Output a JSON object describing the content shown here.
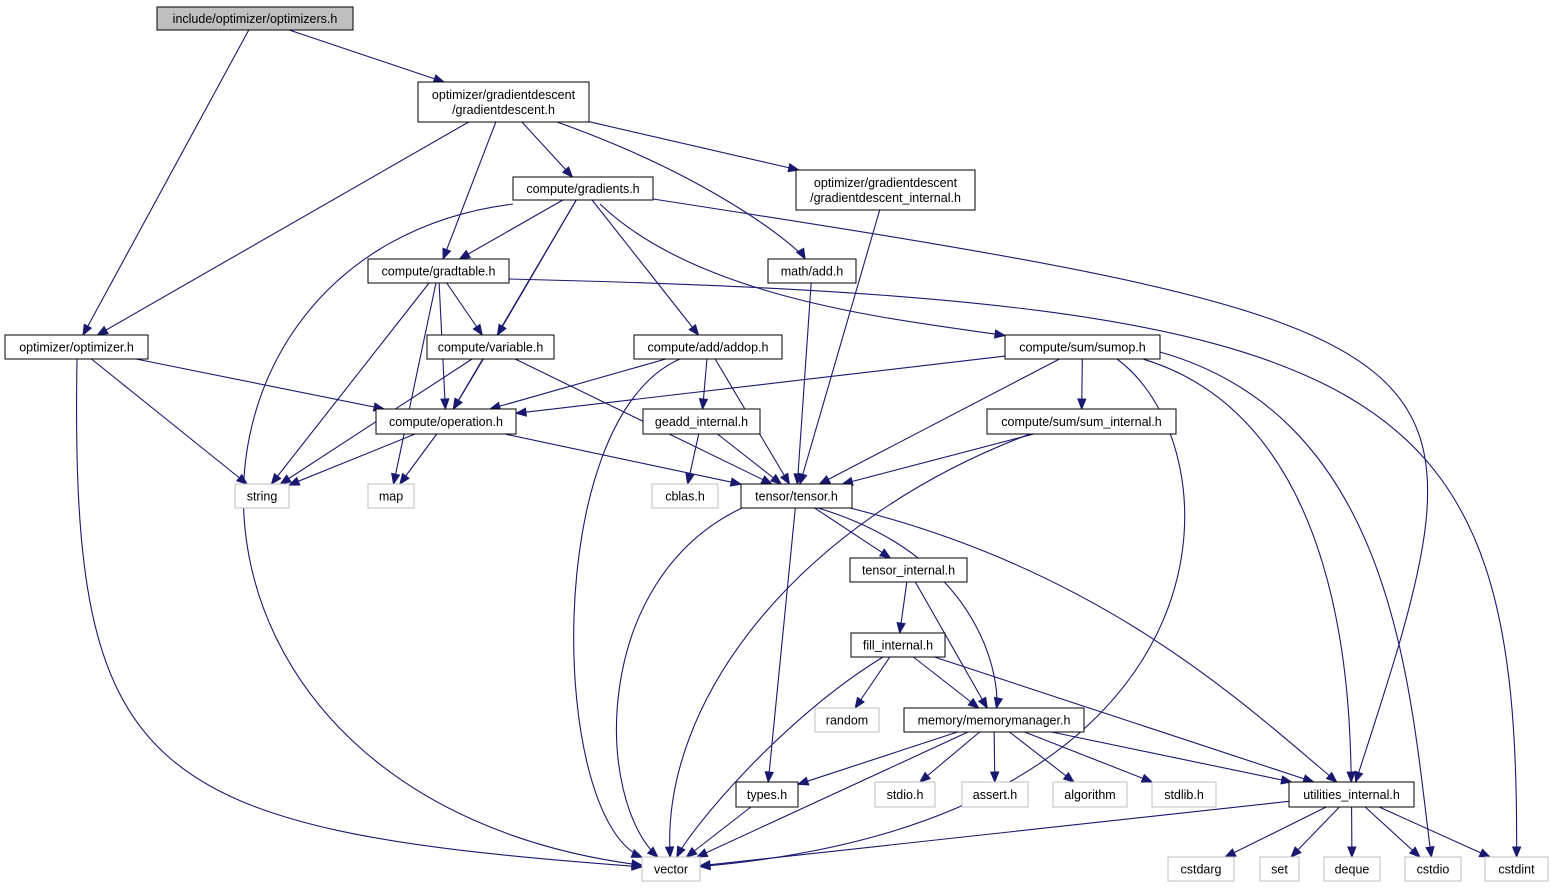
{
  "diagram": {
    "type": "include-dependency-graph",
    "colors": {
      "edge": "#191970",
      "node_border": "#000000",
      "node_fill": "#ffffff",
      "root_fill": "#bfbfbf",
      "system_border": "#bfbfbf"
    },
    "nodes": [
      {
        "id": "optimizers",
        "lines": [
          "include/optimizer/optimizers.h"
        ],
        "kind": "root"
      },
      {
        "id": "gd",
        "lines": [
          "optimizer/gradientdescent",
          "/gradientdescent.h"
        ],
        "kind": "header"
      },
      {
        "id": "gdi",
        "lines": [
          "optimizer/gradientdescent",
          "/gradientdescent_internal.h"
        ],
        "kind": "header"
      },
      {
        "id": "gradients",
        "lines": [
          "compute/gradients.h"
        ],
        "kind": "header"
      },
      {
        "id": "optimizer",
        "lines": [
          "optimizer/optimizer.h"
        ],
        "kind": "header"
      },
      {
        "id": "gradtable",
        "lines": [
          "compute/gradtable.h"
        ],
        "kind": "header"
      },
      {
        "id": "add",
        "lines": [
          "math/add.h"
        ],
        "kind": "header"
      },
      {
        "id": "variable",
        "lines": [
          "compute/variable.h"
        ],
        "kind": "header"
      },
      {
        "id": "addop",
        "lines": [
          "compute/add/addop.h"
        ],
        "kind": "header"
      },
      {
        "id": "sumop",
        "lines": [
          "compute/sum/sumop.h"
        ],
        "kind": "header"
      },
      {
        "id": "operation",
        "lines": [
          "compute/operation.h"
        ],
        "kind": "header"
      },
      {
        "id": "geadd",
        "lines": [
          "geadd_internal.h"
        ],
        "kind": "header"
      },
      {
        "id": "suminternal",
        "lines": [
          "compute/sum/sum_internal.h"
        ],
        "kind": "header"
      },
      {
        "id": "string",
        "lines": [
          "string"
        ],
        "kind": "system"
      },
      {
        "id": "map",
        "lines": [
          "map"
        ],
        "kind": "system"
      },
      {
        "id": "cblas",
        "lines": [
          "cblas.h"
        ],
        "kind": "system"
      },
      {
        "id": "tensor",
        "lines": [
          "tensor/tensor.h"
        ],
        "kind": "header"
      },
      {
        "id": "tensorinternal",
        "lines": [
          "tensor_internal.h"
        ],
        "kind": "header"
      },
      {
        "id": "fill",
        "lines": [
          "fill_internal.h"
        ],
        "kind": "header"
      },
      {
        "id": "random",
        "lines": [
          "random"
        ],
        "kind": "system"
      },
      {
        "id": "memory",
        "lines": [
          "memory/memorymanager.h"
        ],
        "kind": "header"
      },
      {
        "id": "types",
        "lines": [
          "types.h"
        ],
        "kind": "header"
      },
      {
        "id": "stdio",
        "lines": [
          "stdio.h"
        ],
        "kind": "system"
      },
      {
        "id": "assert",
        "lines": [
          "assert.h"
        ],
        "kind": "system"
      },
      {
        "id": "algorithm",
        "lines": [
          "algorithm"
        ],
        "kind": "system"
      },
      {
        "id": "stdlib",
        "lines": [
          "stdlib.h"
        ],
        "kind": "system"
      },
      {
        "id": "utilities",
        "lines": [
          "utilities_internal.h"
        ],
        "kind": "header"
      },
      {
        "id": "vector",
        "lines": [
          "vector"
        ],
        "kind": "system"
      },
      {
        "id": "cstdarg",
        "lines": [
          "cstdarg"
        ],
        "kind": "system"
      },
      {
        "id": "set",
        "lines": [
          "set"
        ],
        "kind": "system"
      },
      {
        "id": "deque",
        "lines": [
          "deque"
        ],
        "kind": "system"
      },
      {
        "id": "cstdio",
        "lines": [
          "cstdio"
        ],
        "kind": "system"
      },
      {
        "id": "cstdint",
        "lines": [
          "cstdint"
        ],
        "kind": "system"
      }
    ],
    "edges": [
      [
        "optimizers",
        "gd"
      ],
      [
        "optimizers",
        "optimizer"
      ],
      [
        "gd",
        "optimizer"
      ],
      [
        "gd",
        "gradtable"
      ],
      [
        "gd",
        "gradients"
      ],
      [
        "gd",
        "add"
      ],
      [
        "gd",
        "gdi"
      ],
      [
        "gradients",
        "vector"
      ],
      [
        "gradients",
        "gradtable"
      ],
      [
        "gradients",
        "variable"
      ],
      [
        "gradients",
        "operation"
      ],
      [
        "gradients",
        "addop"
      ],
      [
        "gradients",
        "sumop"
      ],
      [
        "gradients",
        "utilities"
      ],
      [
        "gdi",
        "tensor"
      ],
      [
        "add",
        "tensor"
      ],
      [
        "gradtable",
        "string"
      ],
      [
        "gradtable",
        "map"
      ],
      [
        "gradtable",
        "operation"
      ],
      [
        "gradtable",
        "variable"
      ],
      [
        "gradtable",
        "cstdint"
      ],
      [
        "optimizer",
        "vector"
      ],
      [
        "optimizer",
        "string"
      ],
      [
        "optimizer",
        "operation"
      ],
      [
        "variable",
        "string"
      ],
      [
        "variable",
        "operation"
      ],
      [
        "variable",
        "tensor"
      ],
      [
        "addop",
        "operation"
      ],
      [
        "addop",
        "vector"
      ],
      [
        "addop",
        "geadd"
      ],
      [
        "addop",
        "tensor"
      ],
      [
        "sumop",
        "operation"
      ],
      [
        "sumop",
        "tensor"
      ],
      [
        "sumop",
        "suminternal"
      ],
      [
        "sumop",
        "vector"
      ],
      [
        "sumop",
        "utilities"
      ],
      [
        "sumop",
        "cstdio"
      ],
      [
        "operation",
        "string"
      ],
      [
        "operation",
        "map"
      ],
      [
        "operation",
        "tensor"
      ],
      [
        "geadd",
        "cblas"
      ],
      [
        "geadd",
        "tensor"
      ],
      [
        "suminternal",
        "tensor"
      ],
      [
        "suminternal",
        "vector"
      ],
      [
        "tensor",
        "vector"
      ],
      [
        "tensor",
        "types"
      ],
      [
        "tensor",
        "tensorinternal"
      ],
      [
        "tensor",
        "memory"
      ],
      [
        "tensor",
        "utilities"
      ],
      [
        "tensorinternal",
        "fill"
      ],
      [
        "tensorinternal",
        "memory"
      ],
      [
        "fill",
        "vector"
      ],
      [
        "fill",
        "random"
      ],
      [
        "fill",
        "memory"
      ],
      [
        "fill",
        "utilities"
      ],
      [
        "memory",
        "types"
      ],
      [
        "memory",
        "vector"
      ],
      [
        "memory",
        "stdio"
      ],
      [
        "memory",
        "assert"
      ],
      [
        "memory",
        "algorithm"
      ],
      [
        "memory",
        "stdlib"
      ],
      [
        "memory",
        "utilities"
      ],
      [
        "types",
        "vector"
      ],
      [
        "utilities",
        "vector"
      ],
      [
        "utilities",
        "cstdarg"
      ],
      [
        "utilities",
        "set"
      ],
      [
        "utilities",
        "deque"
      ],
      [
        "utilities",
        "cstdio"
      ],
      [
        "utilities",
        "cstdint"
      ]
    ]
  }
}
